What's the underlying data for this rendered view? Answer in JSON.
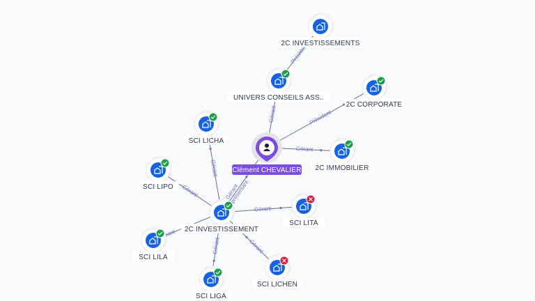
{
  "colors": {
    "node": "#1463e6",
    "ok": "#1e9e4a",
    "ko": "#d61c3c",
    "person": "#7a4fe0",
    "edge": "#6a7080",
    "edge_label": "#6b6fd6"
  },
  "nodes": [
    {
      "id": "inv2",
      "label": "2C INVESTISSEMENTS",
      "type": "company",
      "status": "none"
    },
    {
      "id": "univ",
      "label": "UNIVERS CONSEILS ASS..",
      "type": "company",
      "status": "ok"
    },
    {
      "id": "corp",
      "label": "2C CORPORATE",
      "type": "company",
      "status": "ok"
    },
    {
      "id": "person",
      "label": "Clément CHEVALIER",
      "type": "person",
      "status": "none"
    },
    {
      "id": "immo",
      "label": "2C IMMOBILIER",
      "type": "company",
      "status": "ok"
    },
    {
      "id": "licha",
      "label": "SCI LICHA",
      "type": "company",
      "status": "ok"
    },
    {
      "id": "lipo",
      "label": "SCI LIPO",
      "type": "company",
      "status": "ok"
    },
    {
      "id": "inv",
      "label": "2C INVESTISSEMENT",
      "type": "company",
      "status": "ok"
    },
    {
      "id": "lita",
      "label": "SCI LITA",
      "type": "company",
      "status": "ko"
    },
    {
      "id": "lila",
      "label": "SCI LILA",
      "type": "company",
      "status": "ok"
    },
    {
      "id": "liga",
      "label": "SCI LIGA",
      "type": "company",
      "status": "ok"
    },
    {
      "id": "lichen",
      "label": "SCI LICHEN",
      "type": "company",
      "status": "ko"
    }
  ],
  "edges": [
    {
      "from": "univ",
      "to": "inv2",
      "label": "Président"
    },
    {
      "from": "person",
      "to": "univ",
      "label": "Gérant"
    },
    {
      "from": "person",
      "to": "corp",
      "label": "Président"
    },
    {
      "from": "person",
      "to": "immo",
      "label": "Gérant"
    },
    {
      "from": "person",
      "to": "inv",
      "label": "Gérant Représentant"
    },
    {
      "from": "inv",
      "to": "licha",
      "label": "Gérant"
    },
    {
      "from": "inv",
      "to": "lipo",
      "label": "Gérant"
    },
    {
      "from": "inv",
      "to": "lita",
      "label": "Gérant"
    },
    {
      "from": "inv",
      "to": "lila",
      "label": "Gérant"
    },
    {
      "from": "inv",
      "to": "liga",
      "label": "Gérant"
    },
    {
      "from": "inv",
      "to": "lichen",
      "label": "Gérant"
    }
  ]
}
